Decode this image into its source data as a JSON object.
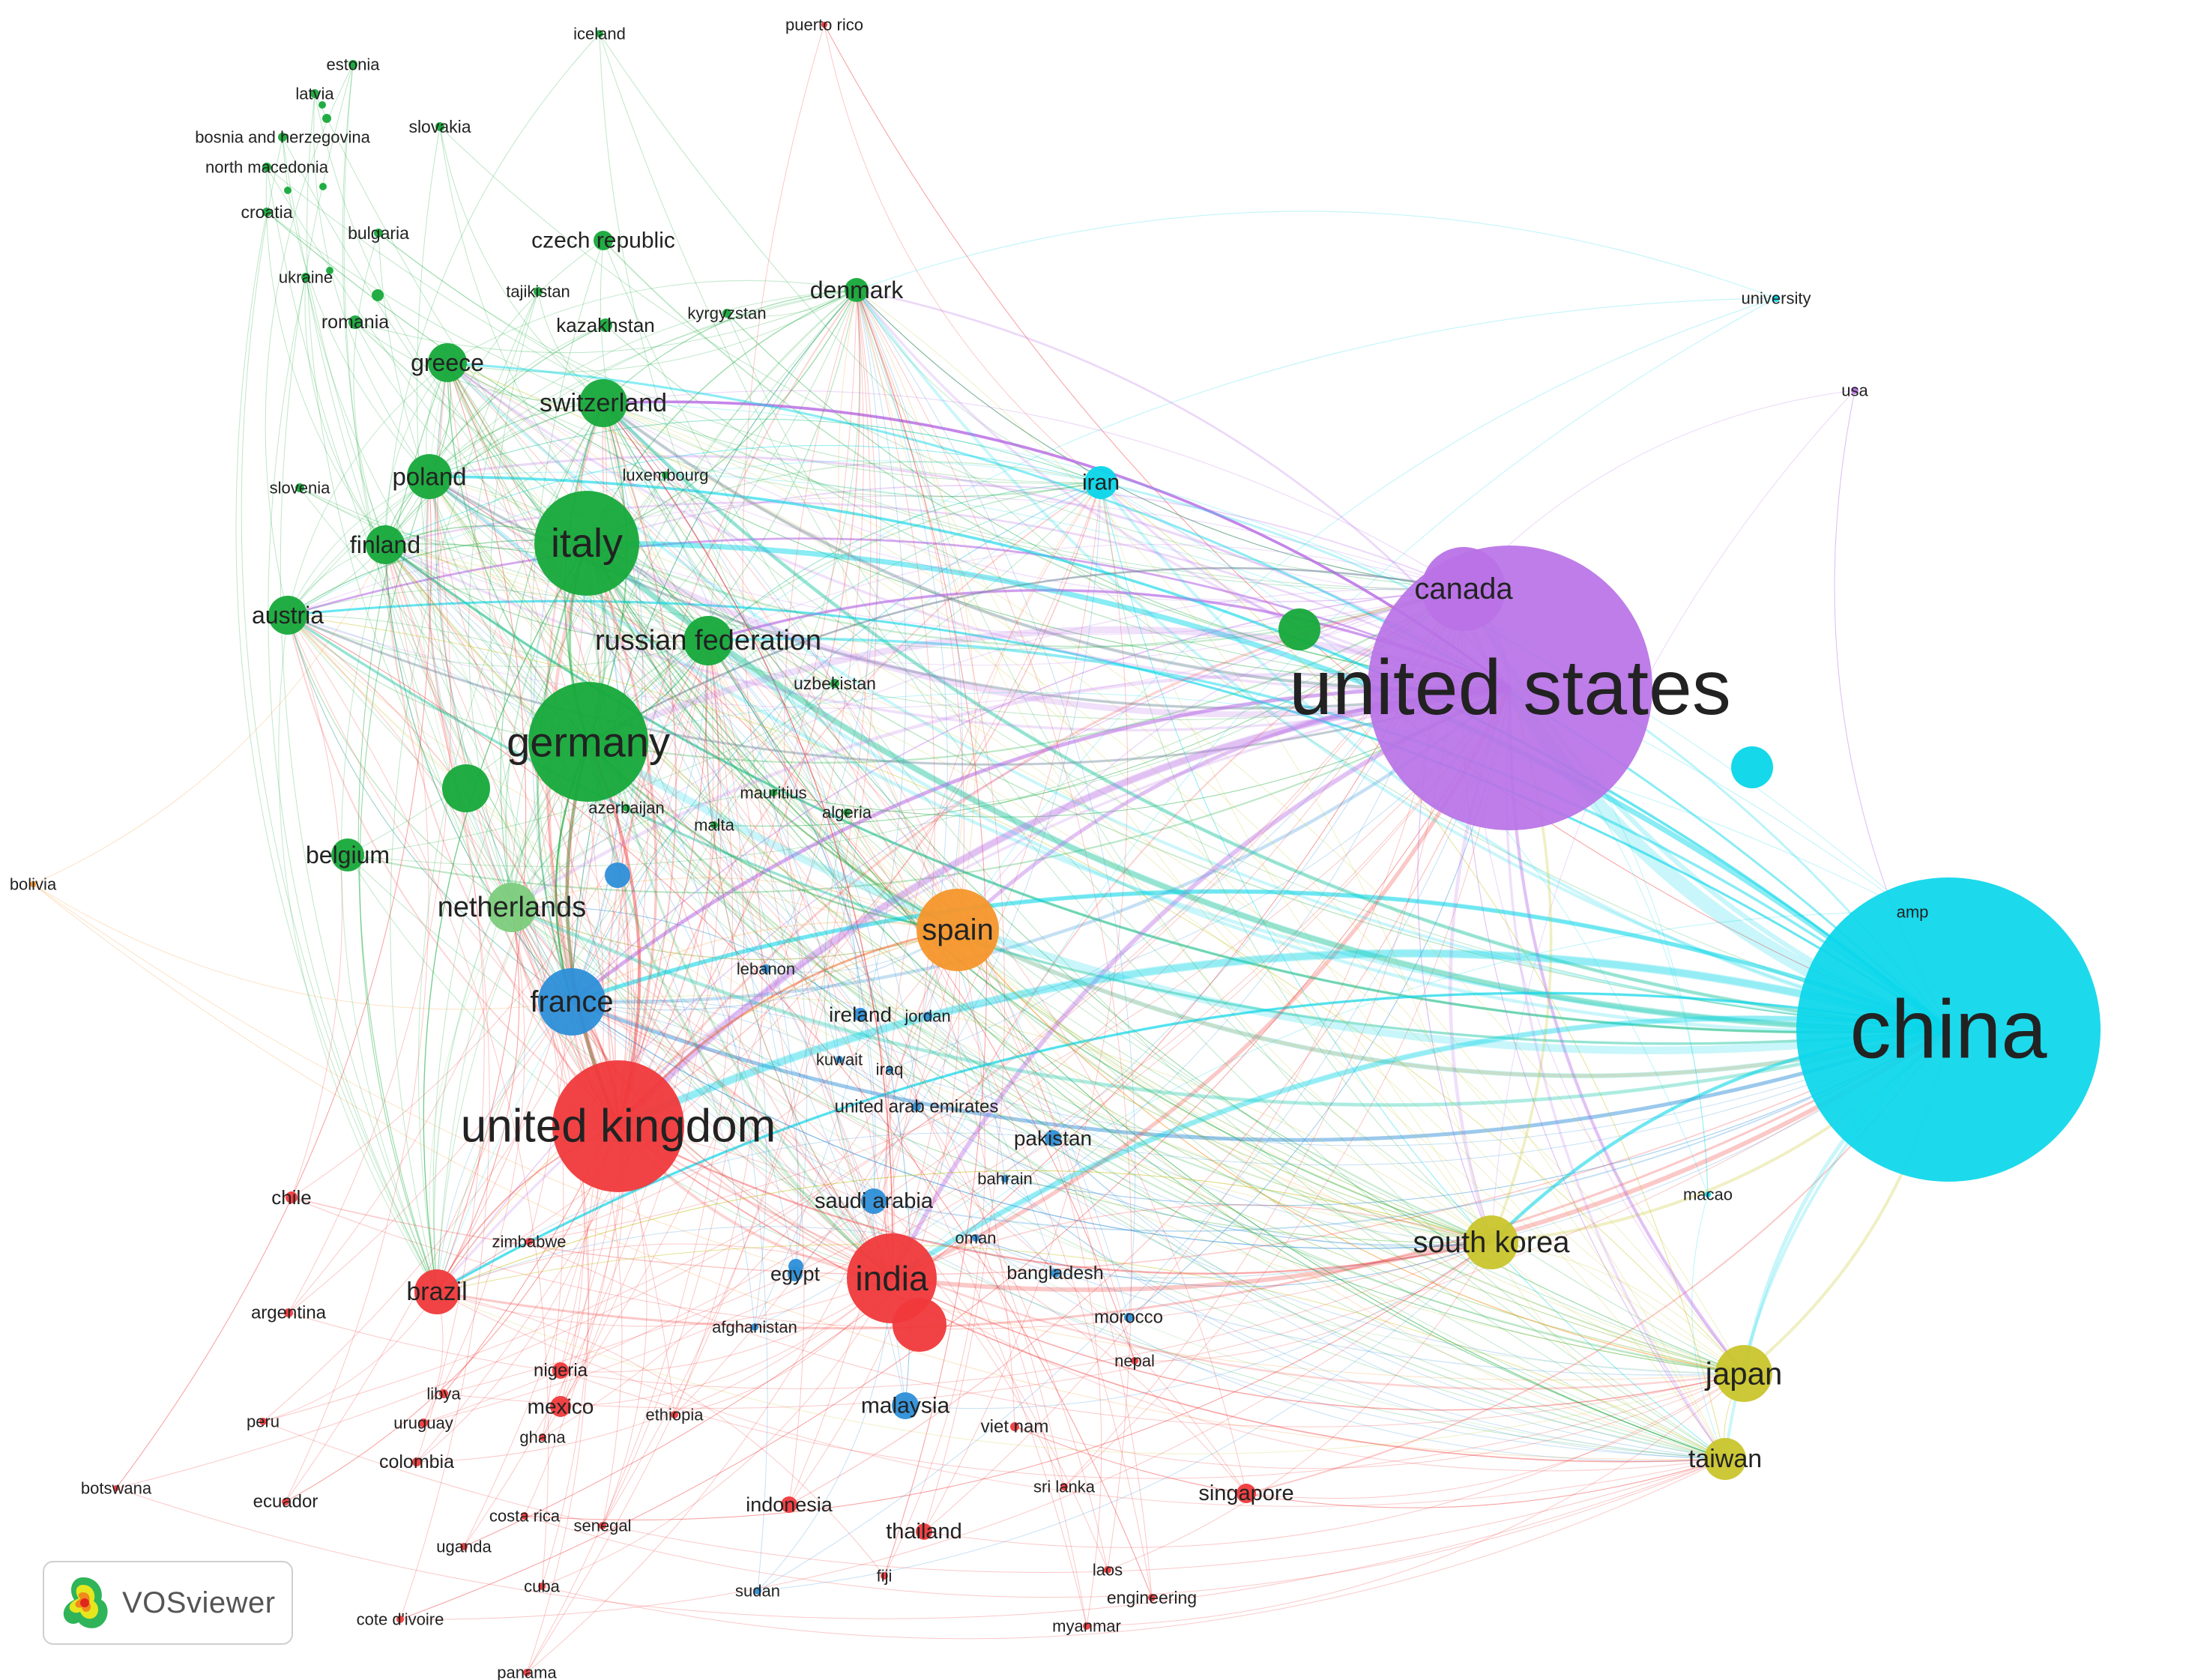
{
  "network": {
    "clusters": {
      "red": "#f0393b",
      "green": "#16a93a",
      "blue": "#2d8fd8",
      "yellow": "#c9c52c",
      "purple": "#b972e6",
      "cyan": "#0ad6ea",
      "orange": "#f5962b",
      "lightgreen": "#7ccc7c"
    },
    "nodes": [
      {
        "label": "iceland",
        "cluster": "green",
        "weight": 1
      },
      {
        "label": "puerto rico",
        "cluster": "red",
        "weight": 1
      },
      {
        "label": "estonia",
        "cluster": "green",
        "weight": 1
      },
      {
        "label": "latvia",
        "cluster": "green",
        "weight": 1
      },
      {
        "label": "bosnia and herzegovina",
        "cluster": "green",
        "weight": 1
      },
      {
        "label": "slovakia",
        "cluster": "green",
        "weight": 1
      },
      {
        "label": "north macedonia",
        "cluster": "green",
        "weight": 1
      },
      {
        "label": "croatia",
        "cluster": "green",
        "weight": 1
      },
      {
        "label": "bulgaria",
        "cluster": "green",
        "weight": 1
      },
      {
        "label": "czech republic",
        "cluster": "green",
        "weight": 2
      },
      {
        "label": "ukraine",
        "cluster": "green",
        "weight": 1
      },
      {
        "label": "tajikistan",
        "cluster": "green",
        "weight": 1
      },
      {
        "label": "denmark",
        "cluster": "green",
        "weight": 3
      },
      {
        "label": "kyrgyzstan",
        "cluster": "green",
        "weight": 1
      },
      {
        "label": "romania",
        "cluster": "green",
        "weight": 1.5
      },
      {
        "label": "kazakhstan",
        "cluster": "green",
        "weight": 1.5
      },
      {
        "label": "greece",
        "cluster": "green",
        "weight": 3
      },
      {
        "label": "switzerland",
        "cluster": "green",
        "weight": 4
      },
      {
        "label": "university",
        "cluster": "cyan",
        "weight": 1
      },
      {
        "label": "usa",
        "cluster": "purple",
        "weight": 1
      },
      {
        "label": "iran",
        "cluster": "cyan",
        "weight": 3
      },
      {
        "label": "luxembourg",
        "cluster": "green",
        "weight": 1
      },
      {
        "label": "poland",
        "cluster": "green",
        "weight": 3.5
      },
      {
        "label": "slovenia",
        "cluster": "green",
        "weight": 1
      },
      {
        "label": "italy",
        "cluster": "green",
        "weight": 7
      },
      {
        "label": "finland",
        "cluster": "green",
        "weight": 3
      },
      {
        "label": "austria",
        "cluster": "green",
        "weight": 3
      },
      {
        "label": "canada",
        "cluster": "purple",
        "weight": 5
      },
      {
        "label": "united states",
        "cluster": "purple",
        "weight": 16
      },
      {
        "label": "russian federation",
        "cluster": "green",
        "weight": 3.5
      },
      {
        "label": "uzbekistan",
        "cluster": "green",
        "weight": 1
      },
      {
        "label": "germany",
        "cluster": "green",
        "weight": 8
      },
      {
        "label": "mauritius",
        "cluster": "green",
        "weight": 1
      },
      {
        "label": "azerbaijan",
        "cluster": "green",
        "weight": 1
      },
      {
        "label": "algeria",
        "cluster": "green",
        "weight": 1
      },
      {
        "label": "malta",
        "cluster": "green",
        "weight": 1
      },
      {
        "label": "belgium",
        "cluster": "green",
        "weight": 2.5
      },
      {
        "label": "bolivia",
        "cluster": "orange",
        "weight": 1
      },
      {
        "label": "netherlands",
        "cluster": "lightgreen",
        "weight": 4
      },
      {
        "label": "spain",
        "cluster": "orange",
        "weight": 5
      },
      {
        "label": "amp",
        "cluster": "cyan",
        "weight": 1
      },
      {
        "label": "china",
        "cluster": "cyan",
        "weight": 18
      },
      {
        "label": "lebanon",
        "cluster": "blue",
        "weight": 1
      },
      {
        "label": "france",
        "cluster": "blue",
        "weight": 5
      },
      {
        "label": "ireland",
        "cluster": "blue",
        "weight": 1.5
      },
      {
        "label": "jordan",
        "cluster": "blue",
        "weight": 1
      },
      {
        "label": "kuwait",
        "cluster": "blue",
        "weight": 1
      },
      {
        "label": "iraq",
        "cluster": "blue",
        "weight": 1
      },
      {
        "label": "united arab emirates",
        "cluster": "blue",
        "weight": 1
      },
      {
        "label": "united kingdom",
        "cluster": "red",
        "weight": 9
      },
      {
        "label": "pakistan",
        "cluster": "blue",
        "weight": 1.5
      },
      {
        "label": "bahrain",
        "cluster": "blue",
        "weight": 1
      },
      {
        "label": "chile",
        "cluster": "red",
        "weight": 1.5
      },
      {
        "label": "saudi arabia",
        "cluster": "blue",
        "weight": 2
      },
      {
        "label": "macao",
        "cluster": "cyan",
        "weight": 1
      },
      {
        "label": "zimbabwe",
        "cluster": "red",
        "weight": 1
      },
      {
        "label": "oman",
        "cluster": "blue",
        "weight": 1
      },
      {
        "label": "south korea",
        "cluster": "yellow",
        "weight": 4
      },
      {
        "label": "brazil",
        "cluster": "red",
        "weight": 3
      },
      {
        "label": "egypt",
        "cluster": "blue",
        "weight": 1.5
      },
      {
        "label": "india",
        "cluster": "red",
        "weight": 6
      },
      {
        "label": "bangladesh",
        "cluster": "blue",
        "weight": 1
      },
      {
        "label": "argentina",
        "cluster": "red",
        "weight": 1
      },
      {
        "label": "afghanistan",
        "cluster": "blue",
        "weight": 1
      },
      {
        "label": "morocco",
        "cluster": "blue",
        "weight": 1
      },
      {
        "label": "nigeria",
        "cluster": "red",
        "weight": 1.5
      },
      {
        "label": "nepal",
        "cluster": "red",
        "weight": 1
      },
      {
        "label": "japan",
        "cluster": "yellow",
        "weight": 4
      },
      {
        "label": "libya",
        "cluster": "red",
        "weight": 1
      },
      {
        "label": "mexico",
        "cluster": "red",
        "weight": 2
      },
      {
        "label": "ethiopia",
        "cluster": "red",
        "weight": 1
      },
      {
        "label": "malaysia",
        "cluster": "blue",
        "weight": 2
      },
      {
        "label": "peru",
        "cluster": "red",
        "weight": 1
      },
      {
        "label": "uruguay",
        "cluster": "red",
        "weight": 1
      },
      {
        "label": "viet nam",
        "cluster": "red",
        "weight": 1
      },
      {
        "label": "ghana",
        "cluster": "red",
        "weight": 1
      },
      {
        "label": "taiwan",
        "cluster": "yellow",
        "weight": 3
      },
      {
        "label": "colombia",
        "cluster": "red",
        "weight": 1
      },
      {
        "label": "botswana",
        "cluster": "red",
        "weight": 1
      },
      {
        "label": "sri lanka",
        "cluster": "red",
        "weight": 1
      },
      {
        "label": "singapore",
        "cluster": "red",
        "weight": 2
      },
      {
        "label": "ecuador",
        "cluster": "red",
        "weight": 1
      },
      {
        "label": "indonesia",
        "cluster": "red",
        "weight": 1.5
      },
      {
        "label": "costa rica",
        "cluster": "red",
        "weight": 1
      },
      {
        "label": "senegal",
        "cluster": "red",
        "weight": 1
      },
      {
        "label": "thailand",
        "cluster": "red",
        "weight": 1.5
      },
      {
        "label": "uganda",
        "cluster": "red",
        "weight": 1
      },
      {
        "label": "laos",
        "cluster": "red",
        "weight": 1
      },
      {
        "label": "fiji",
        "cluster": "red",
        "weight": 1
      },
      {
        "label": "engineering",
        "cluster": "red",
        "weight": 1
      },
      {
        "label": "cuba",
        "cluster": "red",
        "weight": 1
      },
      {
        "label": "sudan",
        "cluster": "blue",
        "weight": 1
      },
      {
        "label": "cote d'ivoire",
        "cluster": "red",
        "weight": 1
      },
      {
        "label": "myanmar",
        "cluster": "red",
        "weight": 1
      },
      {
        "label": "panama",
        "cluster": "red",
        "weight": 1
      }
    ]
  },
  "branding": {
    "name": "VOSviewer",
    "logo_icon": "vosviewer-logo-icon"
  }
}
